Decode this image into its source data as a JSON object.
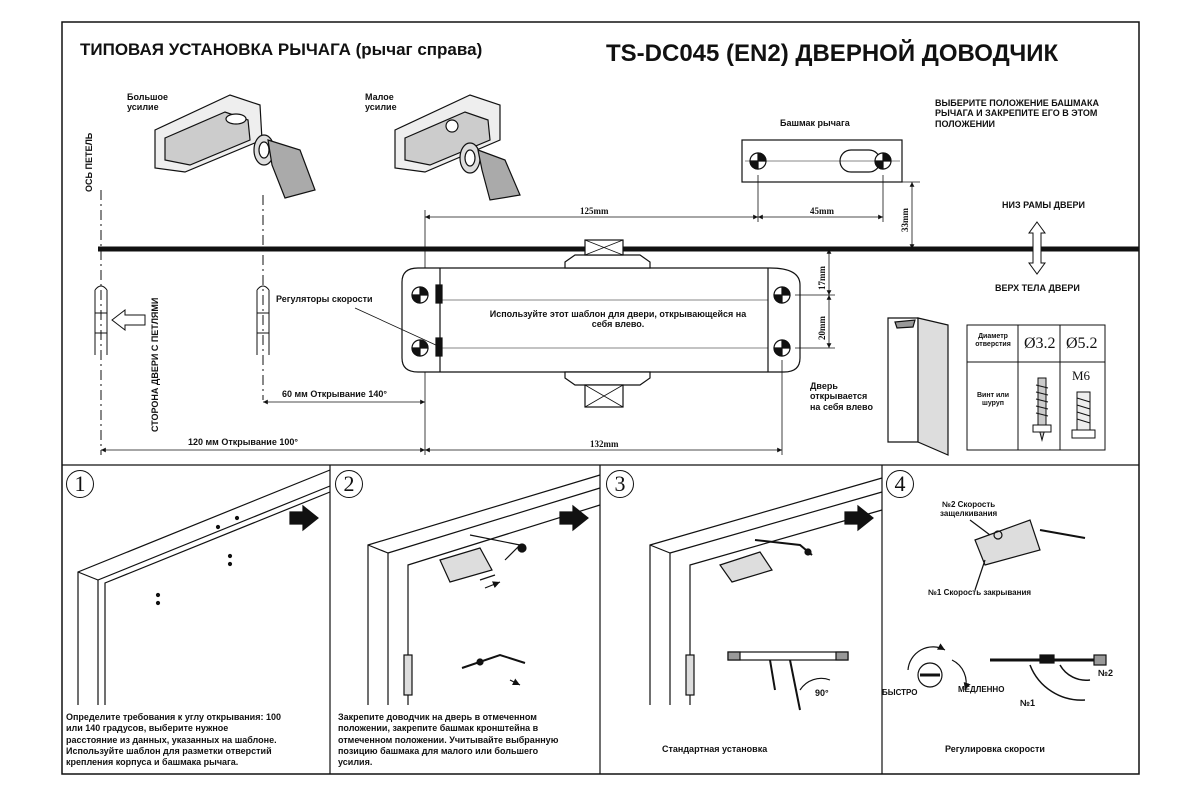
{
  "header": {
    "title_left": "ТИПОВАЯ УСТАНОВКА РЫЧАГА (рычаг справа)",
    "title_right": "TS-DC045 (EN2) ДВЕРНОЙ ДОВОДЧИК"
  },
  "top": {
    "big_force": "Большое\nусилие",
    "small_force": "Малое\nусилие",
    "hinge_axis": "ОСЬ ПЕТЕЛЬ",
    "hinge_side": "СТОРОНА ДВЕРИ С ПЕТЛЯМИ",
    "shoe_label": "Башмак рычага",
    "shoe_instruction": "ВЫБЕРИТЕ ПОЛОЖЕНИЕ БАШМАКА\nРЫЧАГА И ЗАКРЕПИТЕ ЕГО В ЭТОМ\nПОЛОЖЕНИИ",
    "frame_bottom": "НИЗ РАМЫ ДВЕРИ",
    "door_top": "ВЕРХ ТЕЛА ДВЕРИ",
    "speed_regulators": "Регуляторы скорости",
    "template_text": "Используйте этот шаблон для двери, открывающейся на\nсебя влево.",
    "door_opens": "Дверь\nоткрывается\nна себя влево",
    "dim_125": "125mm",
    "dim_45": "45mm",
    "dim_33": "33mm",
    "dim_17": "17mm",
    "dim_20": "20mm",
    "dim_132": "132mm",
    "opening_140": "60 мм   Открывание 140°",
    "opening_100": "120 мм   Открывание 100°"
  },
  "table": {
    "hole_diameter": "Диаметр\nотверстия",
    "d1": "Ø3.2",
    "d2": "Ø5.2",
    "screw_label": "Винт\nили\nшуруп",
    "m6": "M6"
  },
  "steps": [
    {
      "num": "1",
      "text": "Определите требования к углу открывания: 100\nили 140 градусов, выберите нужное\nрасстояние из данных, указанных на шаблоне.\nИспользуйте шаблон для разметки отверстий\nкрепления корпуса и башмака рычага."
    },
    {
      "num": "2",
      "text": "Закрепите доводчик на дверь в отмеченном\nположении, закрепите башмак кронштейна в\nотмеченном положении. Учитывайте выбранную\nпозицию башмака для малого или большего\nусилия."
    },
    {
      "num": "3",
      "caption": "Стандартная установка",
      "angle": "90°"
    },
    {
      "num": "4",
      "caption": "Регулировка скорости",
      "speed2": "№2 Скорость\nзащелкивания",
      "speed1": "№1 Скорость закрывания",
      "fast": "БЫСТРО",
      "slow": "МЕДЛЕННО",
      "n1": "№1",
      "n2": "№2"
    }
  ]
}
